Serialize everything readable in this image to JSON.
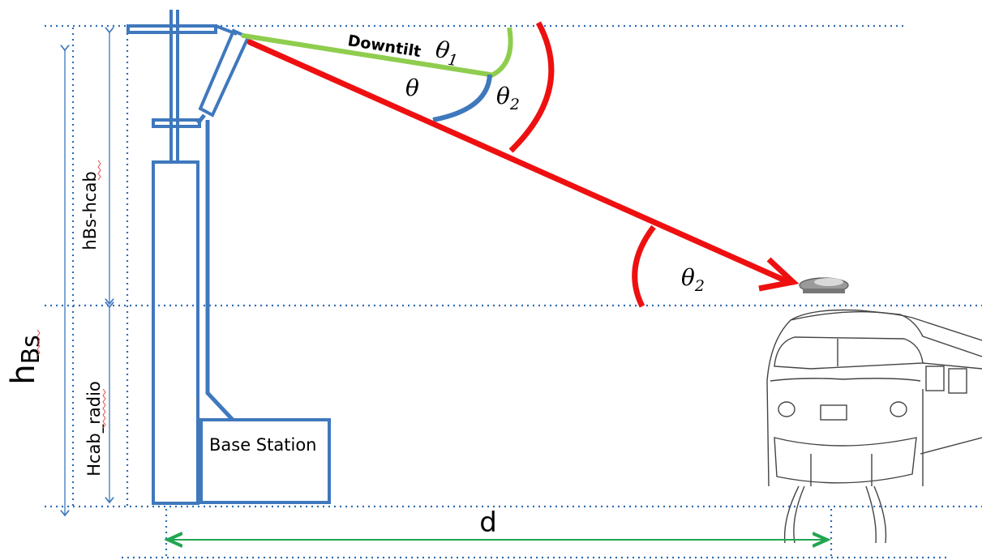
{
  "labels": {
    "downtilt": "Downtilt",
    "theta": "θ",
    "theta_sub1": "1",
    "theta_sub2": "2",
    "hbs_hcab": "hBs-hcab",
    "hcab_radio": "Hcab_radio",
    "hbs_main": "h",
    "hbs_sub": "Bs",
    "base_station": "Base Station",
    "distance": "d"
  },
  "colors": {
    "structure": "#3f78bd",
    "dotted": "#2e6db4",
    "beam": "#ee1010",
    "downtilt_line": "#8fcd4e",
    "distance_arrow": "#21a650",
    "spellcheck": "#e05050"
  }
}
